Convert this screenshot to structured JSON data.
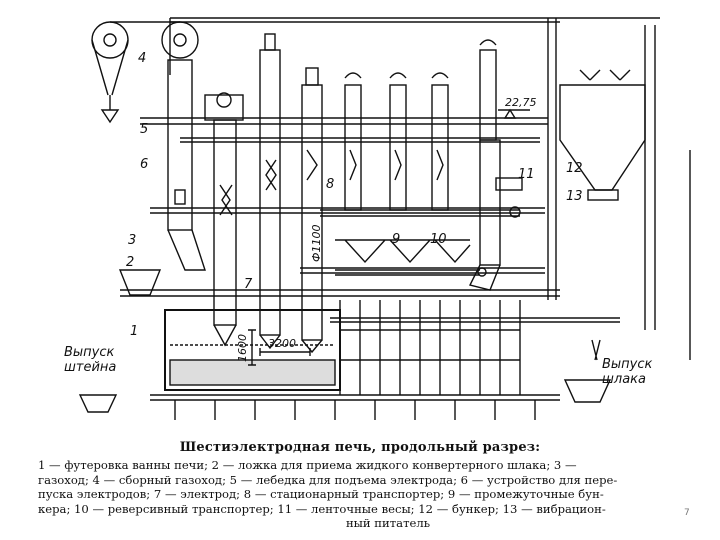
{
  "figure": {
    "labels": {
      "l1": "1",
      "l2": "2",
      "l3": "3",
      "l4": "4",
      "l5": "5",
      "l6": "6",
      "l7": "7",
      "l8": "8",
      "l9": "9",
      "l10": "10",
      "l11": "11",
      "l12": "12",
      "l13": "13",
      "level": "22,75",
      "diameter": "Ф1100",
      "dim_height": "1600",
      "dim_width": "3200",
      "matte_tap": [
        "Выпуск",
        "штейна"
      ],
      "slag_tap": [
        "Выпуск",
        "шлака"
      ]
    }
  },
  "caption": {
    "title": "Шестиэлектродная печь, продольный разрез:",
    "lines": [
      "1 — футеровка ванны печи; 2 — ложка для приема жидкого конвертерного шлака; 3 —",
      "газоход; 4 — сборный газоход; 5 — лебедка для подъема электрода; 6 — устройство для пере-",
      "пуска электродов; 7 — электрод; 8 — стационарный транспортер; 9 — промежуточные бун-",
      "кера; 10 — реверсивный транспортер; 11 — ленточные весы; 12 — бункер; 13 — вибрацион-",
      "ный питатель"
    ]
  },
  "page_number": "7"
}
